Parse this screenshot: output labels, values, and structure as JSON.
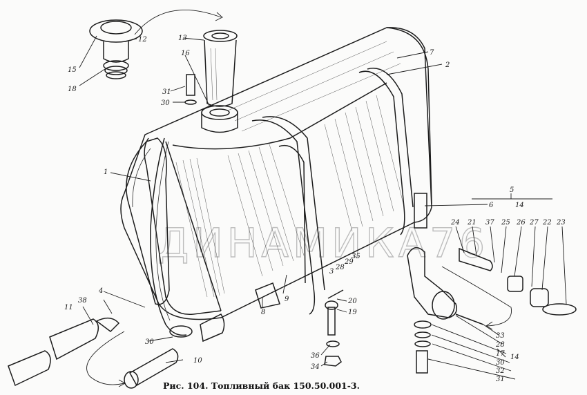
{
  "caption": "Рис. 104. Топливный бак 150.50.001-3.",
  "watermark": "ДИНАМИКА76",
  "callouts": {
    "c1": "1",
    "c2": "2",
    "c3": "3",
    "c4": "4",
    "c5": "5",
    "c6": "6",
    "c7": "7",
    "c8": "8",
    "c9": "9",
    "c10": "10",
    "c11": "11",
    "c12": "12",
    "c13": "13",
    "c14a": "14",
    "c14b": "14",
    "c15": "15",
    "c16": "16",
    "c17": "17",
    "c18": "18",
    "c19": "19",
    "c20": "20",
    "c21": "21",
    "c22": "22",
    "c23": "23",
    "c24": "24",
    "c25": "25",
    "c26": "26",
    "c27": "27",
    "c28a": "28",
    "c28b": "28",
    "c29": "29",
    "c30a": "30",
    "c30b": "30",
    "c30c": "30",
    "c31a": "31",
    "c31b": "31",
    "c32": "32",
    "c33": "33",
    "c34": "34",
    "c35": "35",
    "c36": "36",
    "c37": "37",
    "c38": "38"
  }
}
